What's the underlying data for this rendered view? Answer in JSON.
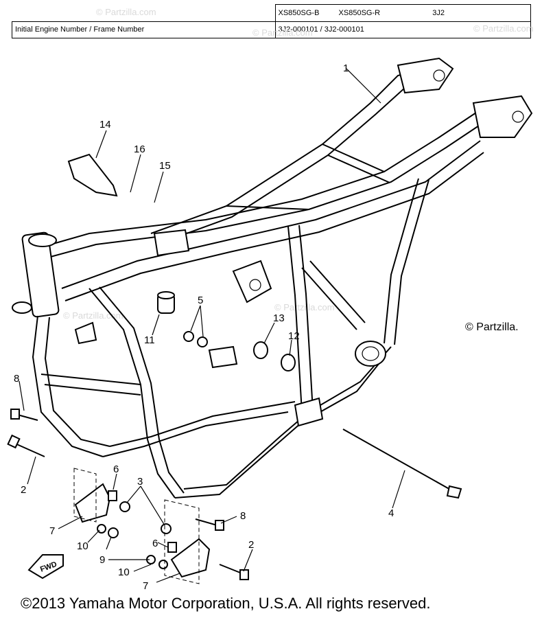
{
  "header": {
    "model_b": "XS850SG-B",
    "model_r": "XS850SG-R",
    "code": "3J2",
    "engine_label": "Initial Engine Number / Frame Number",
    "engine_value": "3J2-000101 / 3J2-000101"
  },
  "watermarks": [
    "© Partzilla.com",
    "© Partzilla.com",
    "© Partzilla.com",
    "© Partzilla.com",
    "© Partzilla.com"
  ],
  "partzilla_mark": "© Partzilla.",
  "callouts": {
    "c1": "1",
    "c14": "14",
    "c16": "16",
    "c15": "15",
    "c11": "11",
    "c5": "5",
    "c13": "13",
    "c12": "12",
    "c8a": "8",
    "c2a": "2",
    "c6a": "6",
    "c3": "3",
    "c7a": "7",
    "c10a": "10",
    "c9": "9",
    "c6b": "6",
    "c10b": "10",
    "c7b": "7",
    "c8b": "8",
    "c2b": "2",
    "c4": "4"
  },
  "fwd_label": "FWD",
  "copyright": "©2013  Yamaha Motor Corporation, U.S.A. All rights reserved."
}
